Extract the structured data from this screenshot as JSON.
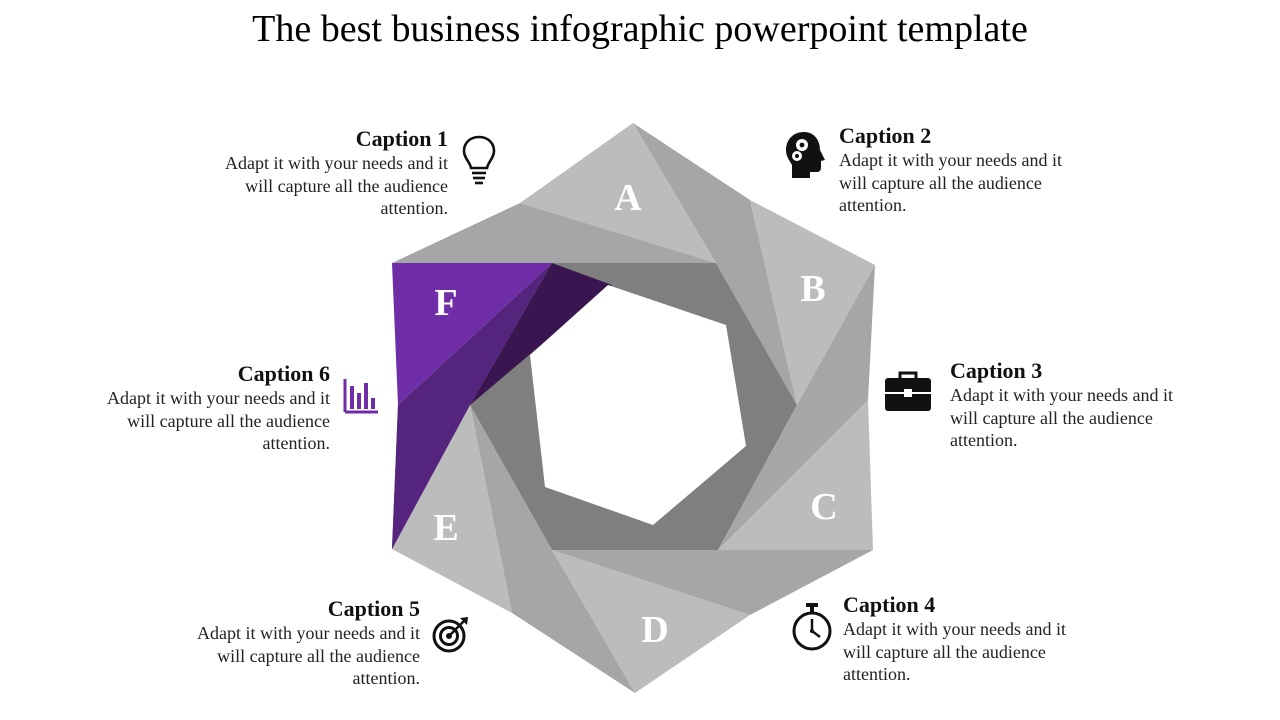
{
  "title": "The best business infographic powerpoint template",
  "colors": {
    "accent": "#6f2da8",
    "accent_dark": "#3a1650",
    "gray_light": "#bcbcbc",
    "gray_mid": "#a5a5a5",
    "gray_dark": "#7f7f7f"
  },
  "segments": [
    {
      "letter": "A",
      "highlighted": false
    },
    {
      "letter": "B",
      "highlighted": false
    },
    {
      "letter": "C",
      "highlighted": false
    },
    {
      "letter": "D",
      "highlighted": false
    },
    {
      "letter": "E",
      "highlighted": false
    },
    {
      "letter": "F",
      "highlighted": true
    }
  ],
  "captions": [
    {
      "title": "Caption 1",
      "text": "Adapt it with your needs and it will capture all the audience attention.",
      "icon": "lightbulb-icon"
    },
    {
      "title": "Caption 2",
      "text": "Adapt it with your needs and it will capture all the audience attention.",
      "icon": "head-gears-icon"
    },
    {
      "title": "Caption 3",
      "text": "Adapt it with your needs and it will capture all the audience attention.",
      "icon": "briefcase-icon"
    },
    {
      "title": "Caption 4",
      "text": "Adapt it with your needs and it will capture all the audience attention.",
      "icon": "stopwatch-icon"
    },
    {
      "title": "Caption 5",
      "text": "Adapt it with your needs and it will capture all the audience attention.",
      "icon": "target-icon"
    },
    {
      "title": "Caption 6",
      "text": "Adapt it with your needs and it will capture all the audience attention.",
      "icon": "bar-chart-icon"
    }
  ]
}
